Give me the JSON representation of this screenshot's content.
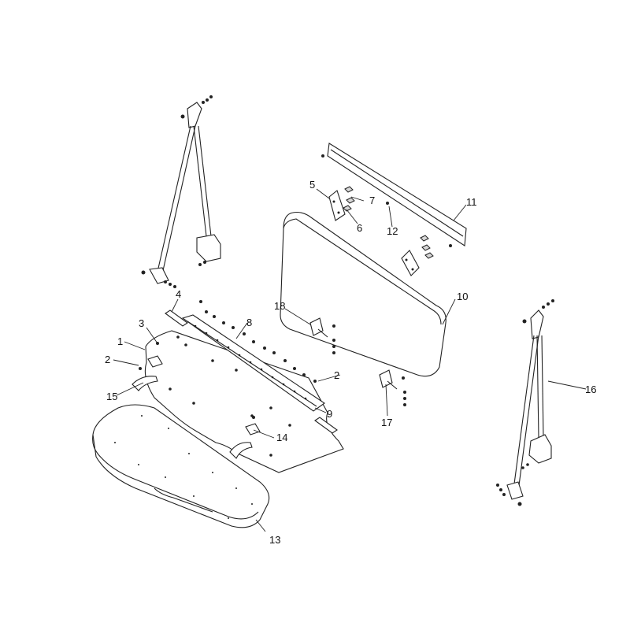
{
  "callouts": {
    "c1": "1",
    "c2a": "2",
    "c2b": "2",
    "c3": "3",
    "c4": "4",
    "c5": "5",
    "c6": "6",
    "c7": "7",
    "c8": "8",
    "c9": "9",
    "c10": "10",
    "c11": "11",
    "c12": "12",
    "c13": "13",
    "c14": "14",
    "c15": "15",
    "c16": "16",
    "c17": "17",
    "c18": "18"
  },
  "colors": {
    "line": "#222222",
    "background": "#ffffff",
    "hardware": "#d8d8d8"
  }
}
